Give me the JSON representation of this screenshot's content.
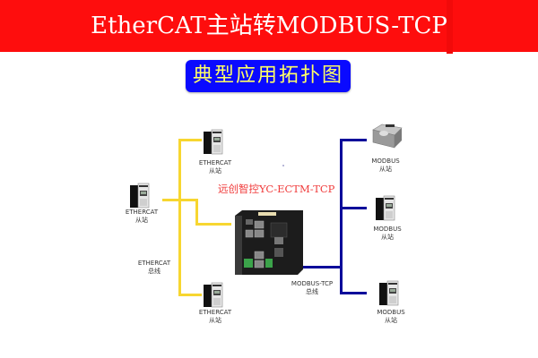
{
  "header": {
    "title": "EtherCAT主站转MODBUS-TCP",
    "background_color": "#fe0d0d"
  },
  "subtitle": {
    "text": "典型应用拓扑图",
    "background_color": "#0a0aff",
    "text_color": "#ffff66"
  },
  "gateway": {
    "label": "远创智控YC-ECTM-TCP",
    "icon": "gateway-device-icon"
  },
  "ethercat_side": {
    "bus_color": "#f7d630",
    "bus_label_line1": "ETHERCAT",
    "bus_label_line2": "总线",
    "slaves": [
      {
        "line1": "ETHERCAT",
        "line2": "从站",
        "icon": "servo-drive-icon"
      },
      {
        "line1": "ETHERCAT",
        "line2": "从站",
        "icon": "servo-drive-icon"
      },
      {
        "line1": "ETHERCAT",
        "line2": "从站",
        "icon": "servo-drive-icon"
      }
    ]
  },
  "modbus_side": {
    "bus_color": "#0a0a9a",
    "bus_label_line1": "MODBUS-TCP",
    "bus_label_line2": "总线",
    "slaves": [
      {
        "line1": "MODBUS",
        "line2": "从站",
        "icon": "io-module-icon"
      },
      {
        "line1": "MODBUS",
        "line2": "从站",
        "icon": "servo-drive-icon"
      },
      {
        "line1": "MODBUS",
        "line2": "从站",
        "icon": "servo-drive-icon"
      }
    ]
  }
}
